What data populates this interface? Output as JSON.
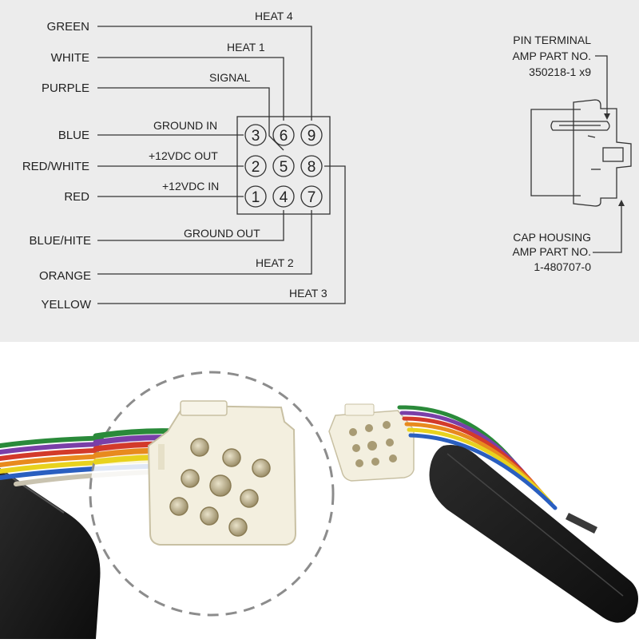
{
  "diagram": {
    "wire_colors": [
      "GREEN",
      "WHITE",
      "PURPLE",
      "BLUE",
      "RED/WHITE",
      "RED",
      "BLUE/HITE",
      "ORANGE",
      "YELLOW"
    ],
    "signals": [
      "HEAT 4",
      "HEAT 1",
      "SIGNAL",
      "GROUND IN",
      "+12VDC OUT",
      "+12VDC IN",
      "GROUND OUT",
      "HEAT 2",
      "HEAT 3"
    ],
    "pins": [
      "3",
      "6",
      "9",
      "2",
      "5",
      "8",
      "1",
      "4",
      "7"
    ],
    "pin_terminal": {
      "line1": "PIN TERMINAL",
      "line2": "AMP PART NO.",
      "line3": "350218-1 x9"
    },
    "cap_housing": {
      "line1": "CAP HOUSING",
      "line2": "AMP PART NO.",
      "line3": "1-480707-0"
    }
  },
  "colors": {
    "diagram_background": "#ececec",
    "line_color": "#333333",
    "connector_body": "#f3efdf",
    "controller_body": "#1c1c1c",
    "wire_colors": [
      "#2a8a3a",
      "#7a3fa8",
      "#d33a2a",
      "#e88a1e",
      "#e8d21e",
      "#2a5fc0"
    ]
  }
}
